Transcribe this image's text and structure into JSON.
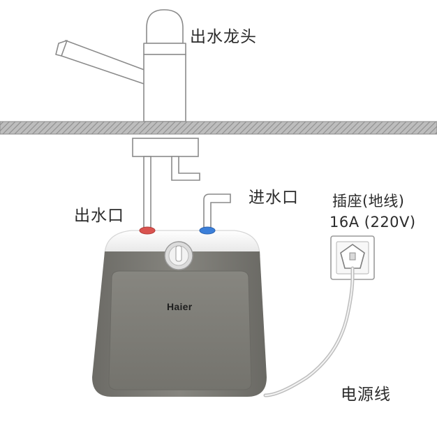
{
  "labels": {
    "faucet": "出水龙头",
    "outlet": "出水口",
    "inlet": "进水口",
    "socket_line1": "插座(地线)",
    "socket_line2": "16A (220V)",
    "power_cord": "电源线"
  },
  "brand": "Haier",
  "colors": {
    "heater_body": "#7b7a74",
    "heater_lid": "#f2f2f2",
    "counter_hatch": "#9a9a9a",
    "outlet_valve": "#d9534f",
    "inlet_valve": "#3b7fd9",
    "outline": "#8a8a8a"
  },
  "icons": {
    "faucet": "faucet-icon",
    "socket": "power-socket-icon",
    "knob": "temperature-knob-icon"
  }
}
